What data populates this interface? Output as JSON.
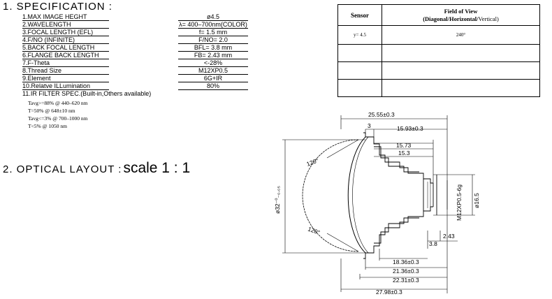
{
  "spec_title": "1. SPECIFICATION :",
  "spec_rows": [
    {
      "label": "1.MAX IMAGE HEGHT",
      "value": "ø4.5"
    },
    {
      "label": "2.WAVELENGTH",
      "value": "λ= 400–700nm(COLOR)"
    },
    {
      "label": "3.FOCAL LENGTH (EFL)",
      "value": "f= 1.5    mm"
    },
    {
      "label": "4.F/NO (INFINITE)",
      "value": "F/NO= 2.0"
    },
    {
      "label": "5.BACK FOCAL LENGTH",
      "value": "BFL= 3.8   mm"
    },
    {
      "label": "6.FLANGE BACK LENGTH",
      "value": "FB= 2.43   mm"
    },
    {
      "label": "7.F-Theta",
      "value": "<-28%"
    },
    {
      "label": "8.Thread Size",
      "value": "M12XP0.5"
    },
    {
      "label": "9.Element",
      "value": "6G+IR"
    },
    {
      "label": "10.Relatve ILLumination",
      "value": "80%"
    }
  ],
  "filter_title": "11.IR FILTER SPEC.(Built-in,Others available)",
  "filter_lines": [
    "Tavg>=88% @ 440–620 nm",
    "T=50%      @ 648±10 nm",
    "Tavg<=3%  @ 700–1000 nm",
    "T<5%        @ 1050 nm"
  ],
  "layout_title": "2. OPTICAL LAYOUT :",
  "scale_text": "scale 1 : 1",
  "fov_table": {
    "header_sensor": "Sensor",
    "header_fov_line1": "Field of View",
    "header_fov_line2a": "(Diagonal/Horizontal/",
    "header_fov_line2b": "Vertical)",
    "rows": [
      {
        "sensor": "y= 4.5",
        "fov": "240°"
      },
      {
        "sensor": "",
        "fov": ""
      },
      {
        "sensor": "",
        "fov": ""
      },
      {
        "sensor": "",
        "fov": ""
      }
    ]
  },
  "drawing": {
    "dim_overall_top": "25.55±0.3",
    "dim_3": "3",
    "dim_15_93": "15.93±0.3",
    "dim_15_73": "15.73",
    "dim_15_3": "15.3",
    "dim_phi32": "ø32⁻⁰₋₀.₀₅",
    "dim_phi16_5": "ø16.5",
    "dim_thread": "M12XP0.5-6g",
    "dim_3_8": "3.8",
    "dim_2_43": "2.43",
    "dim_18_36": "18.36±0.3",
    "dim_21_36": "21.36±0.3",
    "dim_22_31": "22.31±0.3",
    "dim_27_98": "27.98±0.3",
    "angle_top": "120°",
    "angle_bottom": "120°"
  }
}
